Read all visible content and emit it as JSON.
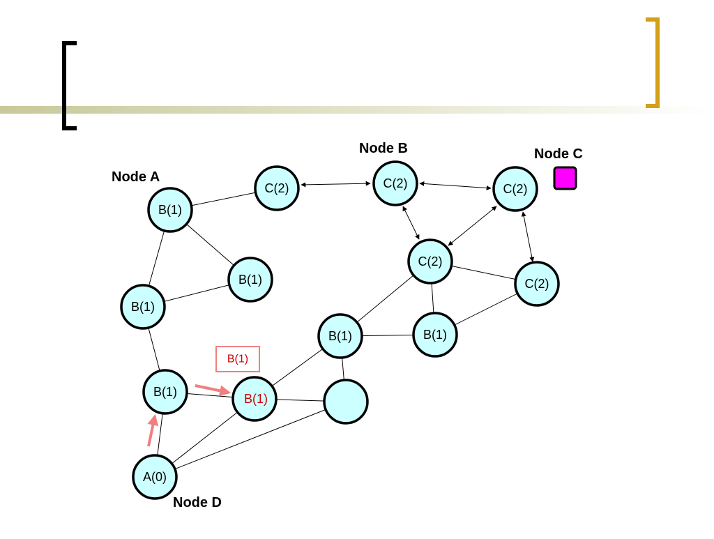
{
  "colors": {
    "node_fill": "#ccffff",
    "highlight_text": "#cc0000",
    "highlight_arrow": "#f08080",
    "marker_magenta": "#ff00ff",
    "bracket_right": "#d4a017",
    "header_bar": "#c8c89a"
  },
  "labels": {
    "node_a": "Node A",
    "node_b": "Node B",
    "node_c": "Node C",
    "node_d": "Node D",
    "floating_box": "B(1)"
  },
  "nodes": [
    {
      "id": "a0",
      "label": "A(0)"
    },
    {
      "id": "b_lower_left",
      "label": "B(1)"
    },
    {
      "id": "b_highlight",
      "label": "B(1)",
      "highlight": true
    },
    {
      "id": "blank",
      "label": ""
    },
    {
      "id": "b_mid_left",
      "label": "B(1)"
    },
    {
      "id": "b_top_left",
      "label": "B(1)"
    },
    {
      "id": "b_inner",
      "label": "B(1)"
    },
    {
      "id": "c_top_left",
      "label": "C(2)"
    },
    {
      "id": "c_top_mid",
      "label": "C(2)"
    },
    {
      "id": "c_top_right",
      "label": "C(2)"
    },
    {
      "id": "c_center",
      "label": "C(2)"
    },
    {
      "id": "c_right",
      "label": "C(2)"
    },
    {
      "id": "b_center",
      "label": "B(1)"
    },
    {
      "id": "b_center_right",
      "label": "B(1)"
    }
  ]
}
